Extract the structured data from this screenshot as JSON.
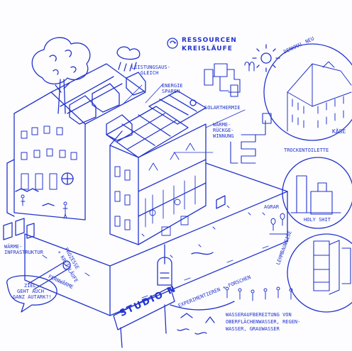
{
  "colors": {
    "ink": "#2233cc",
    "paper": "#fdfdff"
  },
  "title": {
    "line1": "RESSOURCEN",
    "line2": "KREISLÄUFE",
    "icon": "recycle-icon"
  },
  "labels": {
    "leistungsausgleich_1": "LEISTUNGSAUS-",
    "leistungsausgleich_2": "GLEICH",
    "energie_1": "ENERGIE",
    "energie_2": "SPAREN",
    "solarthermie": "SOLARTHERMIE",
    "waermerueck_1": "WÄRME-",
    "waermerueck_2": "RÜCKGE-",
    "waermerueck_3": "WINNUNG",
    "denkmal": "DENKMAL NEU",
    "kaese": "KÄSE",
    "trockentoilette": "TROCKENTOILETTE",
    "holy_shit": "HOLY SHIT",
    "agrar": "AGRAR",
    "lehmbauweise": "LEHMBAUWEISE",
    "prozesse_1": "PROZESSE",
    "prozesse_2": "+ KREISLÄUFE",
    "infra_1": "WÄRME-",
    "infra_2": "INFRASTRUKTUR",
    "fernwaerme": "FERNWÄRME",
    "ziel_1": "ZIEL",
    "ziel_2": "GEHT AUCH",
    "ziel_3": "GANZ AUTARK?!",
    "studio": "STUDIO N",
    "experimentieren": "EXPERIMENTIEREN + FORSCHEN",
    "wasser_1": "WASSERAUFBEREITUNG VON",
    "wasser_2": "OBERFLÄCHENWASSER, REGEN-",
    "wasser_3": "WASSER, GRAUWASSER"
  }
}
